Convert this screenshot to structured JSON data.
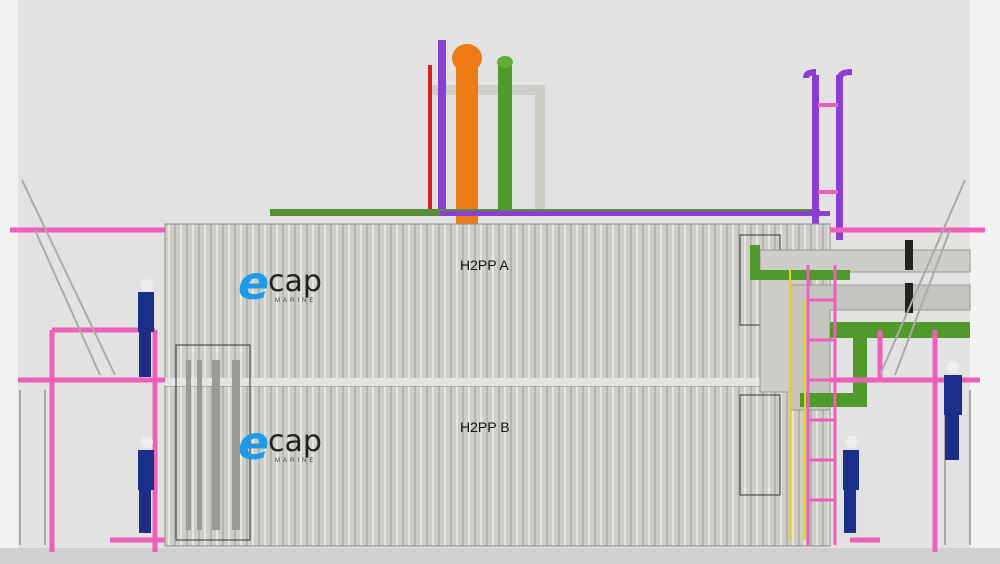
{
  "units": {
    "top": {
      "name": "H2PP A"
    },
    "bottom": {
      "name": "H2PP B"
    }
  },
  "logo": {
    "brand": "ecap",
    "letter": "e",
    "word": "cap",
    "sub": "MARINE"
  },
  "colors": {
    "background": "#e2e2e2",
    "container": "#c9c7c2",
    "platform": "#ee5fb8",
    "orange_pipe": "#ee7a14",
    "green_pipe": "#4f9a2a",
    "purple_pipe": "#8a3fd0",
    "duct": "#cfcdc8",
    "worker": "#1b2f8a"
  }
}
